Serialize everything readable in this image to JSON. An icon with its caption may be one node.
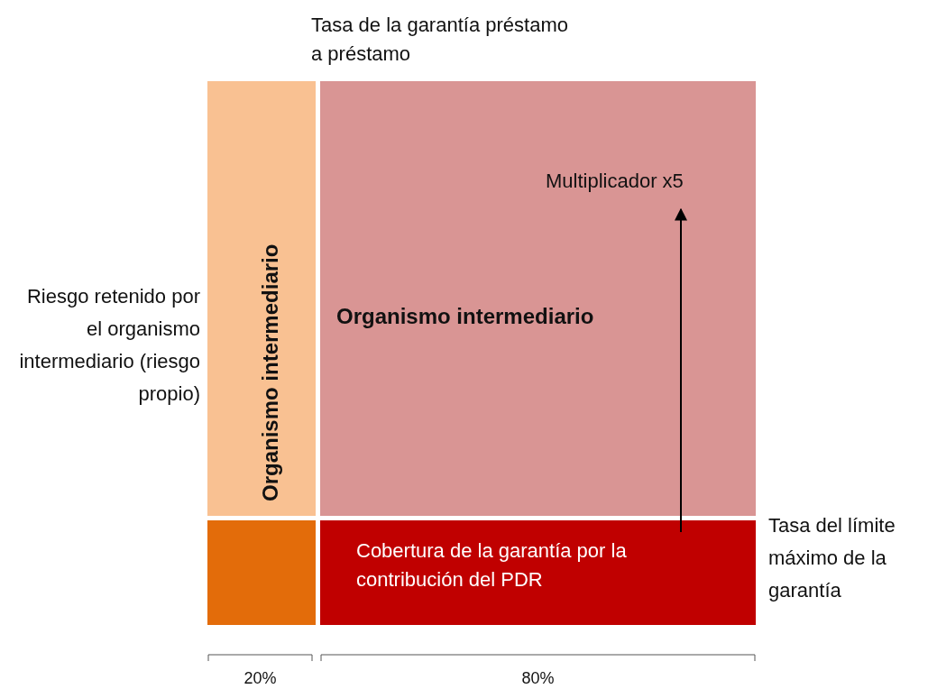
{
  "diagram": {
    "nodes": [
      {
        "text": [
          "Organismo intermediario"
        ]
      },
      {
        "text": [
          "Multiplicador x5",
          "Organismo intermediario"
        ]
      },
      {
        "text": [],
        "shape": "box"
      },
      {
        "text": [
          "Cobertura de la garantía por la contribución del PDR"
        ]
      }
    ],
    "edges": [
      {
        "from": 3,
        "to": 1,
        "arrow": "to"
      }
    ],
    "labels": [
      "Tasa de la garantía préstamo a préstamo",
      "Riesgo retenido por el organismo intermediario (riesgo propio)",
      "Tasa del límite máximo de la garantía",
      "20%",
      "80%"
    ]
  }
}
